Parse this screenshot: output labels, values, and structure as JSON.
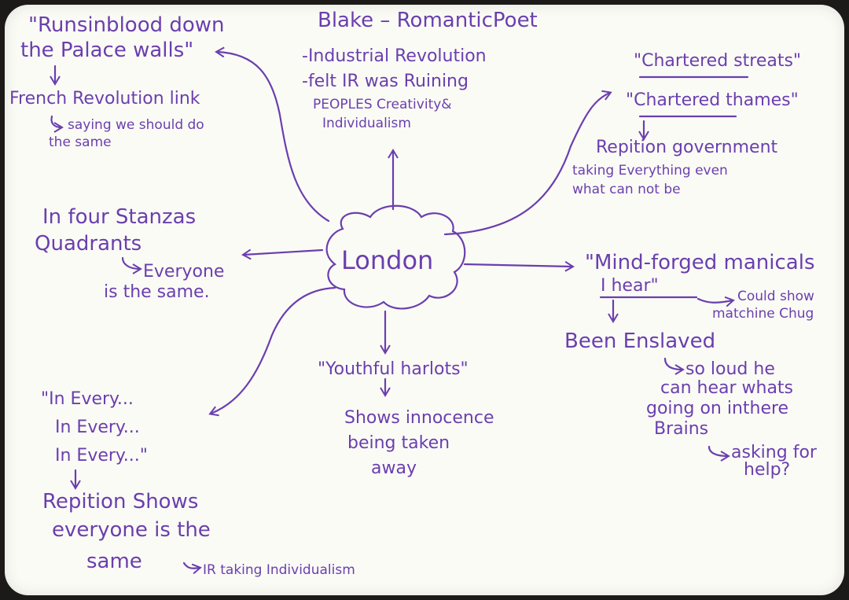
{
  "center": "London",
  "top": {
    "title": "Blake – RomanticPoet",
    "lines": [
      "-Industrial Revolution",
      "-felt IR was Ruining",
      "PEOPLES Creativity&",
      "Individualism"
    ]
  },
  "top_left": {
    "quote_lines": [
      "\"Runsinblood down",
      "the Palace walls\""
    ],
    "note1": "French Revolution link",
    "note2_lines": [
      "saying we should do",
      "the same"
    ]
  },
  "top_right": {
    "quote1": "\"Chartered streats\"",
    "quote2": "\"Chartered thames\"",
    "note_lines": [
      "Repition government",
      "taking Everything even",
      "what can not be"
    ]
  },
  "left": {
    "lines": [
      "In four Stanzas",
      "Quadrants"
    ],
    "note_lines": [
      "Everyone",
      "is the same."
    ]
  },
  "right": {
    "quote": "\"Mind-forged manicals",
    "hear": "I hear\"",
    "side_lines": [
      "Could show",
      "matchine Chug"
    ],
    "enslaved": "Been Enslaved",
    "loud_lines": [
      "so loud he",
      "can hear whats",
      "going on inthere",
      "Brains"
    ],
    "help_lines": [
      "asking for",
      "help?"
    ]
  },
  "bottom": {
    "quote": "\"Youthful harlots\"",
    "note_lines": [
      "Shows innocence",
      "being taken",
      "away"
    ]
  },
  "bottom_left": {
    "quote_lines": [
      "\"In Every...",
      "In Every...",
      "In Every...\""
    ],
    "note_lines": [
      "Repition Shows",
      "everyone is the",
      "same"
    ],
    "ir_note": "IR taking Individualism"
  }
}
